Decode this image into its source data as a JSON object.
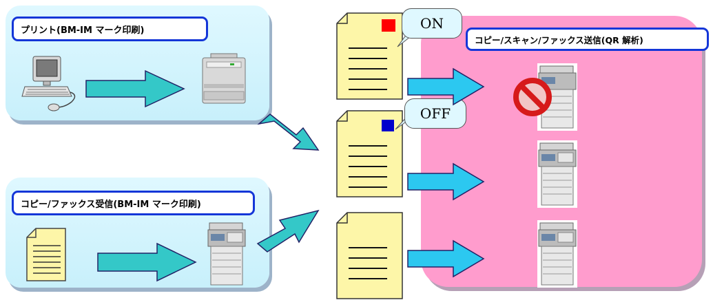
{
  "panels": {
    "print": {
      "label": "プリント(BM-IM マーク印刷)"
    },
    "copy_fax_receive": {
      "label": "コピー/ファックス受信(BM-IM マーク印刷)"
    },
    "copy_scan_fax_send": {
      "label": "コピー/スキャン/ファックス送信(QR 解析)"
    }
  },
  "bubbles": {
    "on": "ON",
    "off": "OFF"
  },
  "colors": {
    "on_marker": "#ff0000",
    "off_marker": "#0000cc",
    "panel_cyan": "#cff3fc",
    "panel_pink": "#ff9ccd",
    "arrow": "#34c8c8",
    "arrow_blue": "#2cc8f0"
  }
}
